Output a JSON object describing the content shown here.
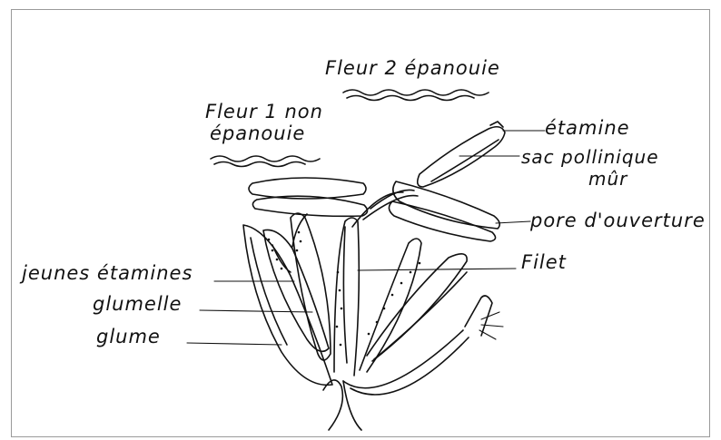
{
  "diagram": {
    "titles": {
      "flower2": "Fleur 2 épanouie",
      "flower1_line1": "Fleur 1 non",
      "flower1_line2": "épanouie"
    },
    "labels": {
      "etamine": "étamine",
      "sac_line1": "sac pollinique",
      "sac_line2": "mûr",
      "pore": "pore d'ouverture",
      "filet": "Filet",
      "jeunes": "jeunes étamines",
      "glumelle": "glumelle",
      "glume": "glume"
    }
  }
}
